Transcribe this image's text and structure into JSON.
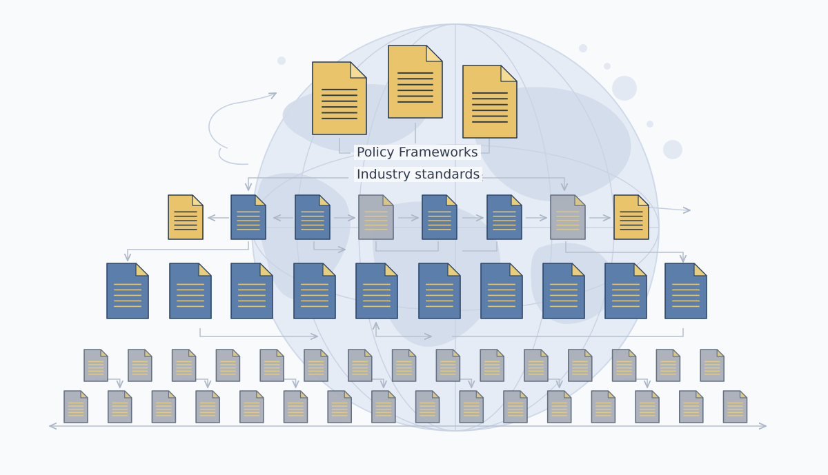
{
  "labels": {
    "policy_frameworks": "Policy Frameworks",
    "industry_standards": "Industry standards"
  },
  "colors": {
    "gold_fill": "#e9c46a",
    "gold_fold": "#f5dc95",
    "gold_stroke": "#263a55",
    "blue_fill": "#5b7eaa",
    "blue_fold": "#e8cd7a",
    "blue_stroke": "#2c466a",
    "gray_fill": "#a9afba",
    "gray_fold": "#d8c583",
    "connector": "#b7c1d1",
    "globe": "#d9e2ef",
    "background": "#f9fafc"
  },
  "tiers": [
    {
      "name": "policy",
      "count": 3,
      "colors": [
        "gold",
        "gold",
        "gold"
      ]
    },
    {
      "name": "standards",
      "count": 8,
      "colors": [
        "gold",
        "blue",
        "blue",
        "gray",
        "blue",
        "blue",
        "gray",
        "gold"
      ]
    },
    {
      "name": "level-3",
      "count": 10,
      "colors": [
        "blue",
        "blue",
        "blue",
        "blue",
        "blue",
        "blue",
        "blue",
        "blue",
        "blue",
        "blue"
      ]
    },
    {
      "name": "level-4",
      "count": 15,
      "colors": [
        "gray",
        "gray",
        "gray",
        "gray",
        "gray",
        "gray",
        "gray",
        "gray",
        "gray",
        "gray",
        "gray",
        "gray",
        "gray",
        "gray",
        "gray"
      ]
    },
    {
      "name": "level-5",
      "count": 16,
      "colors": [
        "gray",
        "gray",
        "gray",
        "gray",
        "gray",
        "gray",
        "gray",
        "gray",
        "gray",
        "gray",
        "gray",
        "gray",
        "gray",
        "gray",
        "gray",
        "gray"
      ]
    }
  ]
}
